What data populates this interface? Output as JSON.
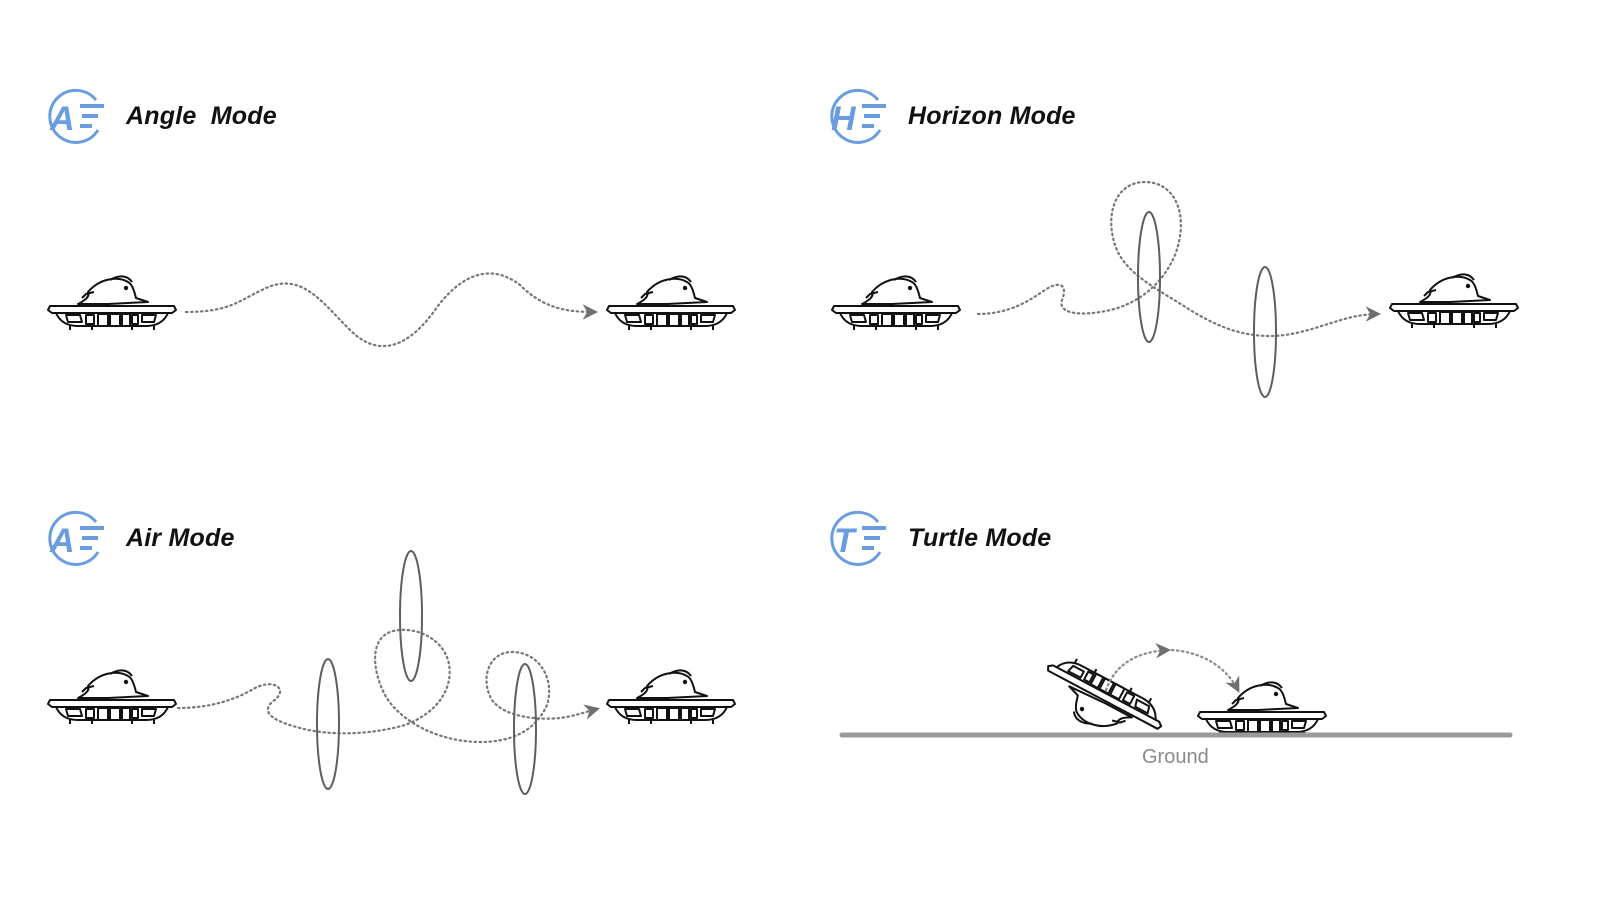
{
  "colors": {
    "accent": "#6a9de0",
    "path": "#777777",
    "ellipse": "#5e5e5e",
    "ground": "#9a9a9a",
    "title": "#111111",
    "ground_label": "#8a8a8a"
  },
  "modes": [
    {
      "key": "angle",
      "letter": "A",
      "title": "Angle  Mode"
    },
    {
      "key": "horizon",
      "letter": "H",
      "title": "Horizon Mode"
    },
    {
      "key": "air",
      "letter": "A",
      "title": "Air Mode"
    },
    {
      "key": "turtle",
      "letter": "T",
      "title": "Turtle Mode"
    }
  ],
  "turtle": {
    "ground_label": "Ground"
  }
}
